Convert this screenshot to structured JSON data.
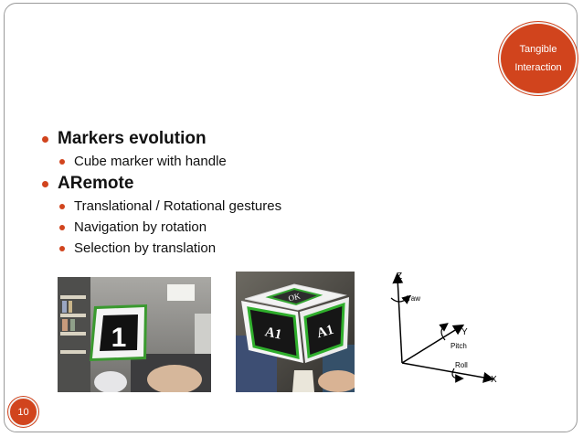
{
  "badge": {
    "line1": "Tangible",
    "line2": "Interaction"
  },
  "page_number": "10",
  "bullets": {
    "b1": "Markers evolution",
    "b1_1": "Cube marker with handle",
    "b2": "ARemote",
    "b2_1": "Translational / Rotational gestures",
    "b2_2": "Navigation by rotation",
    "b2_3": "Selection by translation"
  },
  "photo1": {
    "marker_text": "1"
  },
  "photo2": {
    "face_left": "A1",
    "face_right": "A1",
    "face_top": "OK"
  },
  "diagram": {
    "z": "Z",
    "yaw": "Yaw",
    "y": "Y",
    "pitch": "Pitch",
    "roll": "Roll",
    "x": "X"
  }
}
